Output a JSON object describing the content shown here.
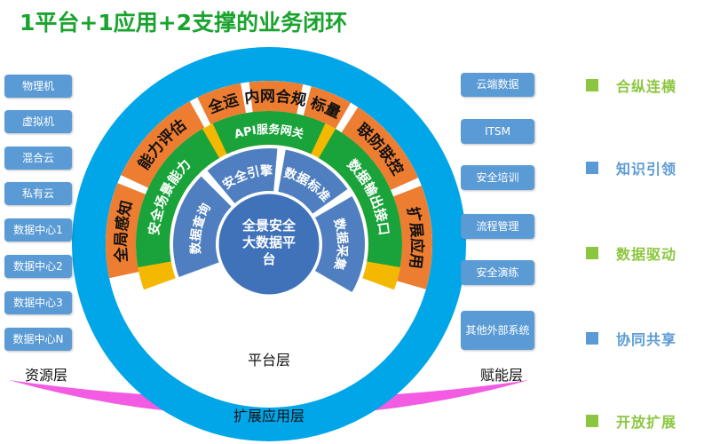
{
  "title": "1平台+1应用+2支撑的业务闭环",
  "colors": {
    "title": "#1aa32e",
    "blue_box": "#5b9bd5",
    "ring_orange": "#ed7d31",
    "ring_green": "#19a33a",
    "ring_yellow": "#f5b800",
    "ring_cyan": "#00a6e8",
    "inner_blue": "#4f7fc0",
    "magenta": "#f25be2",
    "legend_green": "#8cc63f",
    "legend_blue": "#5b9bd5"
  },
  "left_boxes": [
    "物理机",
    "虚拟机",
    "混合云",
    "私有云",
    "数据中心1",
    "数据中心2",
    "数据中心3",
    "数据中心N"
  ],
  "right_boxes": [
    "云端数据",
    "ITSM",
    "安全培训",
    "流程管理",
    "安全演练",
    "其他外部系统"
  ],
  "outer_ring": [
    "全局感知",
    "能力评估",
    "安全运营",
    "内网合规",
    "指标量化",
    "联防联控",
    "扩展应用"
  ],
  "middle_ring": [
    "安全场景能力",
    "API服务网关",
    "数据输出接口"
  ],
  "inner_ring": [
    "数据查询",
    "安全引擎",
    "数据标准",
    "数据采集"
  ],
  "center": {
    "line1": "全景安全",
    "line2": "大数据平",
    "line3": "台"
  },
  "layers": {
    "platform": "平台层",
    "extension": "扩展应用层",
    "resource": "资源层",
    "enablement": "赋能层"
  },
  "legend": [
    {
      "label": "合纵连横",
      "color": "#8cc63f"
    },
    {
      "label": "知识引领",
      "color": "#5b9bd5"
    },
    {
      "label": "数据驱动",
      "color": "#8cc63f"
    },
    {
      "label": "协同共享",
      "color": "#5b9bd5"
    },
    {
      "label": "开放扩展",
      "color": "#8cc63f"
    }
  ]
}
